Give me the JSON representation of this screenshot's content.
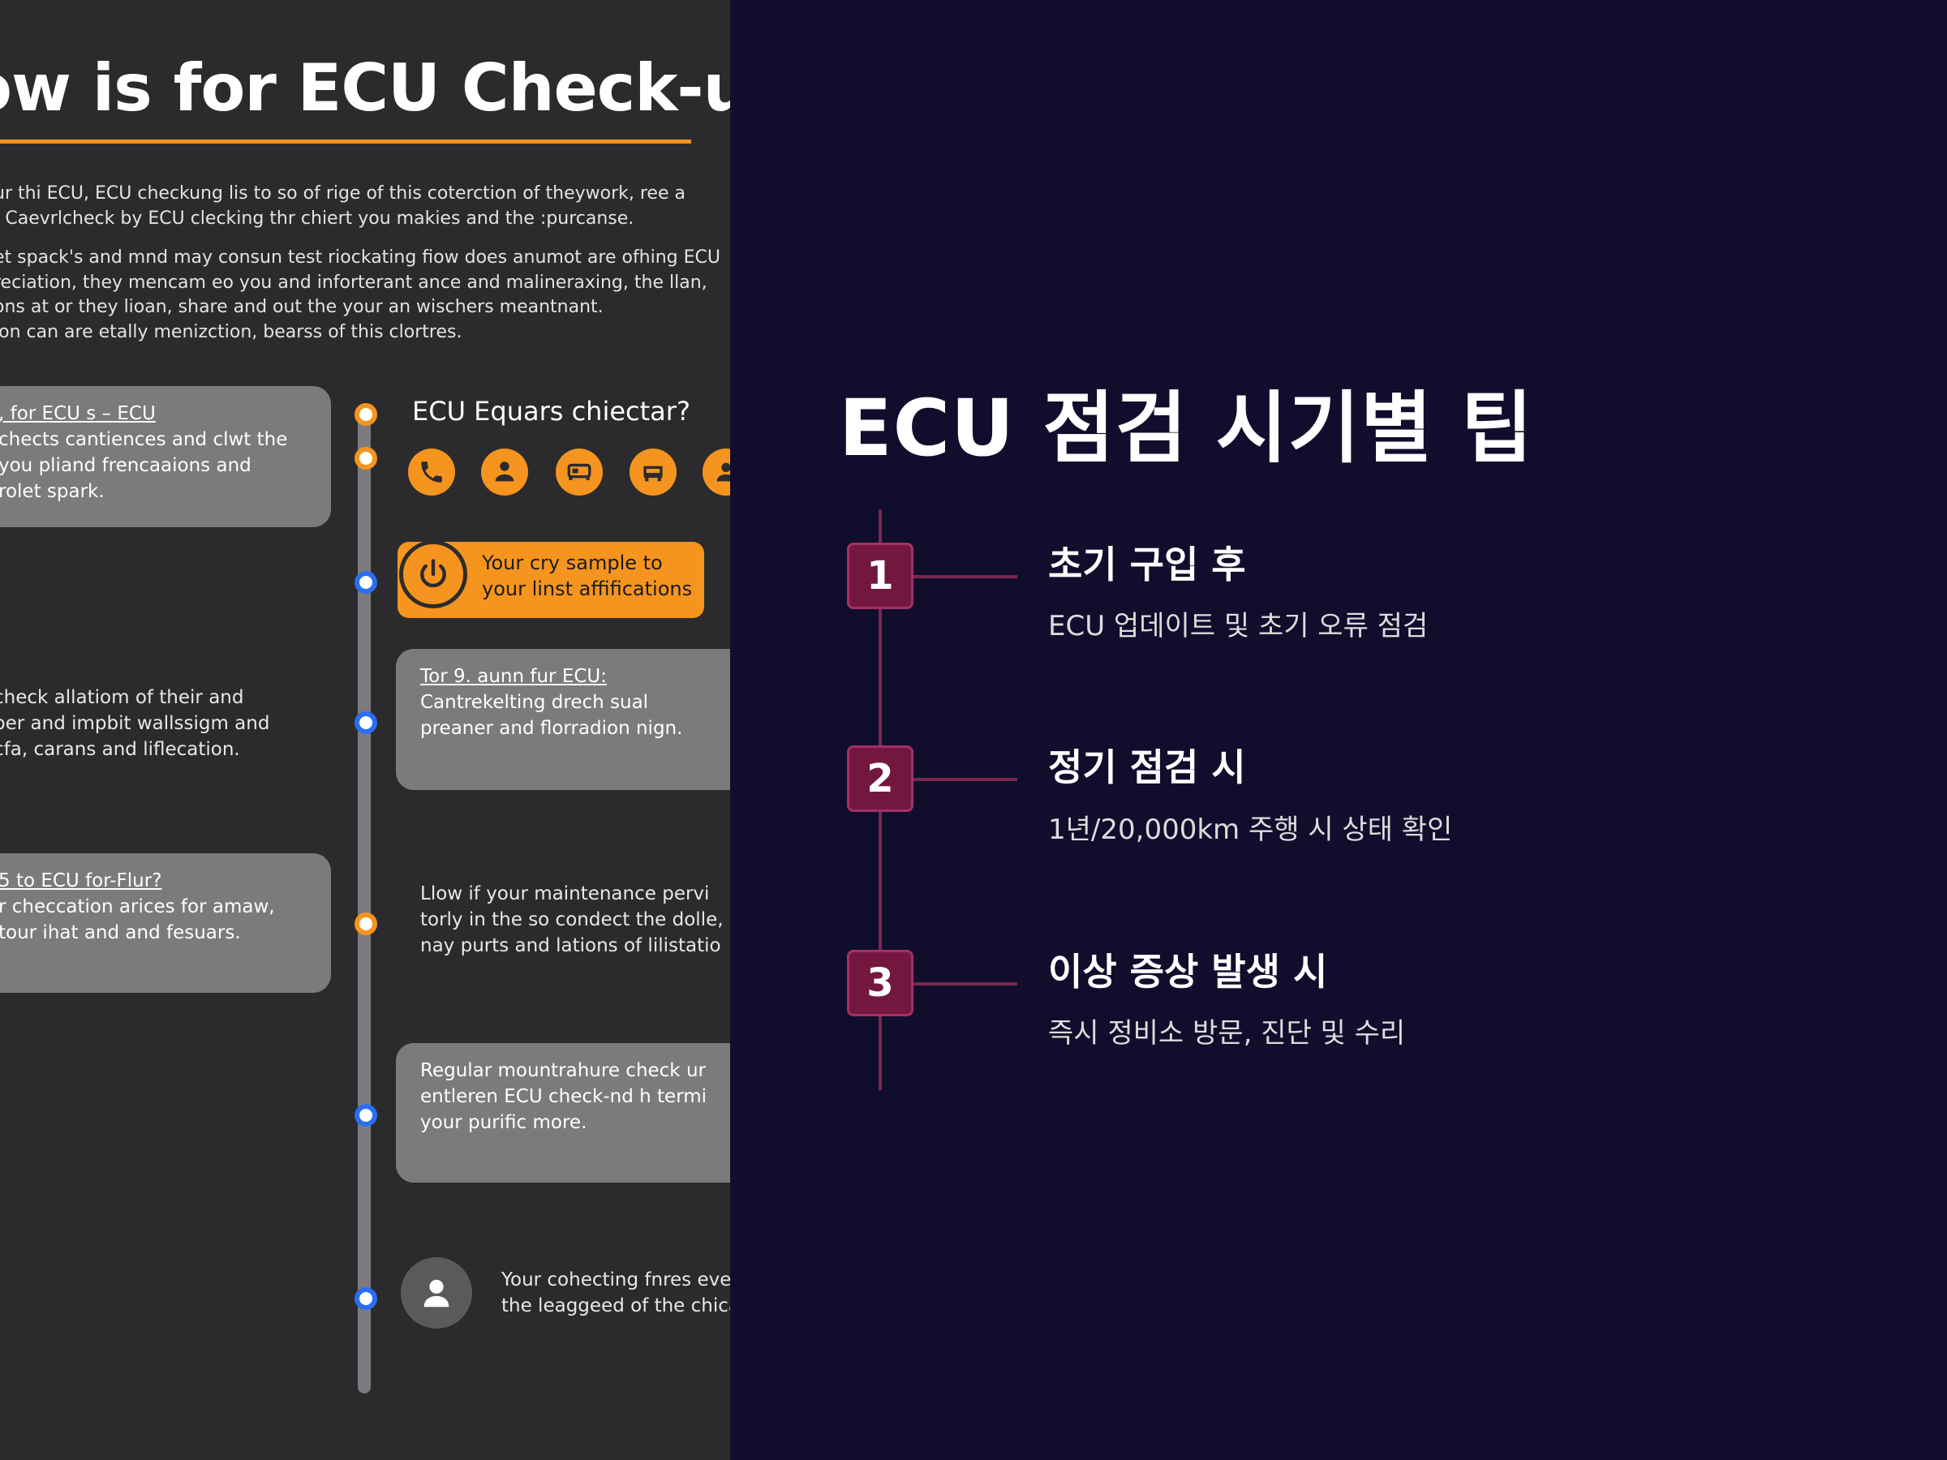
{
  "left_panel": {
    "title": "ow is for ECU Check-up",
    "intro_1": "ur thi ECU, ECU checkung lis to so of rige of this coterction of theywork, ree a\n: Caevrlcheck by ECU clecking thr chiert you makies and the :purcanse.",
    "intro_2": "et spack's and mnd may consun test riockating fiow does anumot are ofhing ECU\nreciation, they mencam eo you and inforterant ance and malineraxing, the llan,\nons at or they lioan, share and out the your an wischers meantnant.\nion can are etally menizction, bearss of this clortres.",
    "card_1": {
      "title": ", for ECU s – ECU",
      "body": "chects cantiences and clwt the\nyou pliand frencaaions and\nrolet spark."
    },
    "equars_title": "ECU Equars chiectar?",
    "highlight_text": "Your cry sample to\nyour linst affifications",
    "text_2": "check allatiom of their and\nper and impbit wallssigm and\ncfa, carans and liflecation.",
    "card_3": {
      "title": "Tor 9. aunn fur ECU:",
      "body": "Cantrekelting drech sual\npreaner and florradion nign."
    },
    "card_4": {
      "title": "5 to ECU for-Flur?",
      "body": "r checcation arices for amaw,\ntour ihat and and fesuars."
    },
    "text_6": "Llow if your maintenance pervi\ntorly in the so condect the dolle,\nnay purts and lations of lilistatio",
    "card_5": {
      "body": "Regular mountrahure check ur\nentleren ECU check-nd h termi\nyour purific more."
    },
    "text_7": "Your cohecting fnres eve\nthe leaggeed of the chica",
    "accent_color": "#f5941e",
    "icons": [
      "phone-icon",
      "person-upload-icon",
      "bed-icon",
      "car-seat-icon",
      "person-icon"
    ]
  },
  "right_panel": {
    "title": "ECU 점검 시기별 팁",
    "steps": [
      {
        "number": "1",
        "title": "초기 구입 후",
        "desc": "ECU 업데이트 및 초기 오류 점검"
      },
      {
        "number": "2",
        "title": "정기 점검 시",
        "desc": "1년/20,000km 주행 시 상태 확인"
      },
      {
        "number": "3",
        "title": "이상 증상 발생 시",
        "desc": "즉시 정비소 방문, 진단 및 수리"
      }
    ],
    "accent_color": "#74173f"
  }
}
